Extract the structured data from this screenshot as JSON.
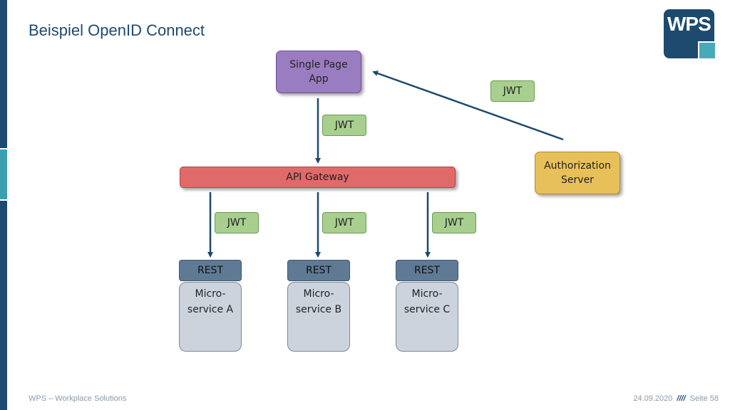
{
  "slide": {
    "title": "Beispiel OpenID Connect",
    "logo_text": "WPS"
  },
  "diagram": {
    "single_page_app": [
      "Single Page",
      "App"
    ],
    "authorization_server": [
      "Authorization",
      "Server"
    ],
    "api_gateway": "API Gateway",
    "tokens": {
      "auth_to_spa": "JWT",
      "spa_to_gateway": "JWT",
      "gateway_to_a": "JWT",
      "gateway_to_b": "JWT",
      "gateway_to_c": "JWT"
    },
    "services": [
      {
        "interface": "REST",
        "name": [
          "Micro-",
          "service A"
        ]
      },
      {
        "interface": "REST",
        "name": [
          "Micro-",
          "service B"
        ]
      },
      {
        "interface": "REST",
        "name": [
          "Micro-",
          "service C"
        ]
      }
    ]
  },
  "footer": {
    "company": "WPS – Workplace Solutions",
    "date": "24.09.2020",
    "separator": "////",
    "page": "Seite 58"
  },
  "colors": {
    "brand": "#1d4a6e",
    "accent": "#4aa9b8",
    "spa": "#9a7cc0",
    "auth": "#e8c05a",
    "gateway": "#e06a6a",
    "token": "#a8cf8e",
    "rest": "#5f7a95",
    "service": "#ccd3dc"
  }
}
